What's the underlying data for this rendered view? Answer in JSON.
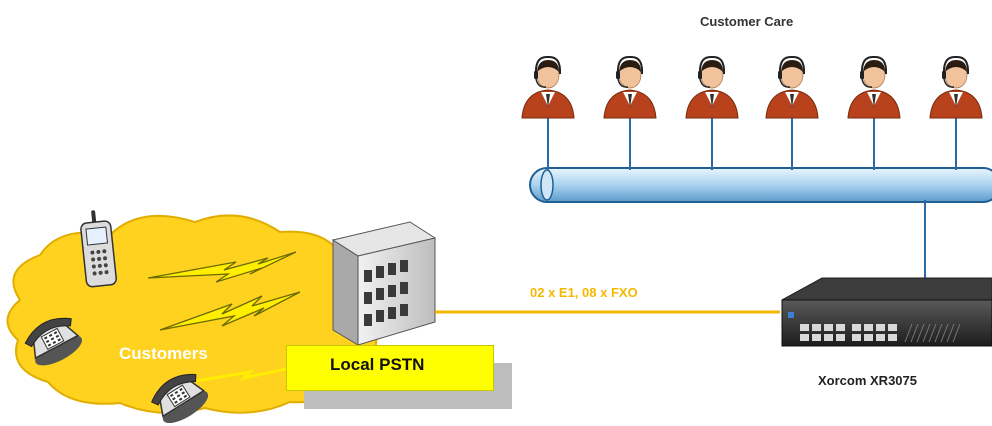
{
  "labels": {
    "customer_care": "Customer Care",
    "customers": "Customers",
    "local_pstn": "Local PSTN",
    "link": "02 x E1, 08 x FXO",
    "device": "Xorcom XR3075"
  },
  "colors": {
    "cloud": "#ffd21f",
    "link_line": "#f5b800",
    "lightning": "#ffee00",
    "bus": "#a9d2ef",
    "bus_edge": "#1f5f94",
    "agent_shirt": "#b8421b",
    "label_box": "#ffff00"
  },
  "agents": [
    "agent",
    "agent",
    "agent",
    "agent",
    "agent",
    "agent"
  ],
  "icons": [
    "cloud-icon",
    "mobile-phone-icon",
    "desk-phone-icon",
    "building-icon",
    "lightning-icon",
    "network-bus-icon",
    "ip-pbx-appliance-icon",
    "agent-icon"
  ]
}
